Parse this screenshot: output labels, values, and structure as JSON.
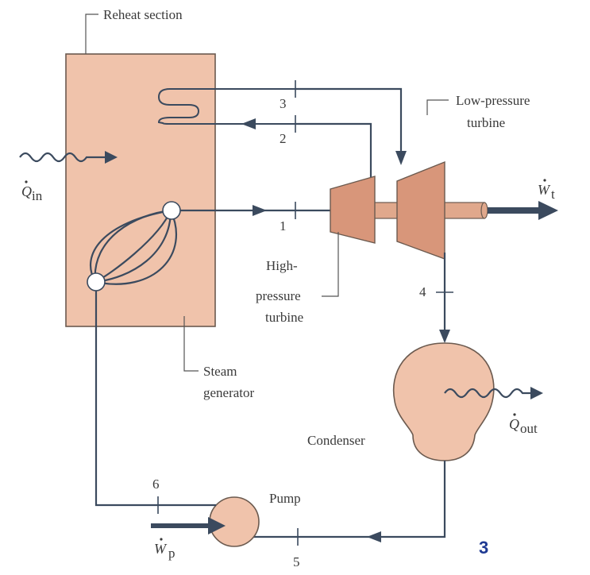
{
  "labels": {
    "reheat_section": "Reheat section",
    "low_pressure_turbine_line1": "Low-pressure",
    "low_pressure_turbine_line2": "turbine",
    "high_pressure_turbine_line1": "High-",
    "high_pressure_turbine_line2": "pressure",
    "high_pressure_turbine_line3": "turbine",
    "steam_generator_line1": "Steam",
    "steam_generator_line2": "generator",
    "condenser": "Condenser",
    "pump": "Pump",
    "q_in_symbol": "Q",
    "q_in_sub": "in",
    "q_out_symbol": "Q",
    "q_out_sub": "out",
    "w_t_symbol": "W",
    "w_t_sub": "t",
    "w_p_symbol": "W",
    "w_p_sub": "p",
    "page_number": "3"
  },
  "states": [
    "1",
    "2",
    "3",
    "4",
    "5",
    "6"
  ],
  "colors": {
    "equipment_fill": "#f0c3ab",
    "turbine_fill": "#d8967a",
    "pipe": "#3b4a5e",
    "page_number": "#1f3a93"
  }
}
